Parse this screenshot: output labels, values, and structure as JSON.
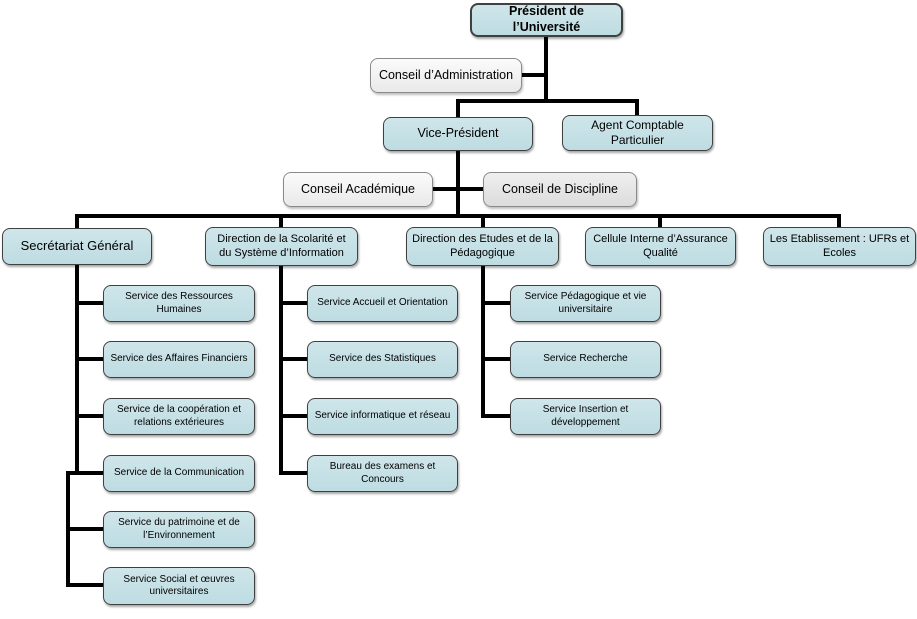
{
  "org": {
    "president": "Président de l’Université",
    "conseil_administration": "Conseil d’Administration",
    "vice_president": "Vice-Président",
    "agent_comptable": "Agent Comptable Particulier",
    "conseil_academique": "Conseil Académique",
    "conseil_discipline": "Conseil de Discipline",
    "secretariat_general": "Secrétariat Général",
    "direction_scolarite": "Direction de la Scolarité et du Système d’Information",
    "direction_etudes": "Direction des Etudes et de la Pédagogique",
    "cellule_qualite": "Cellule Interne d’Assurance Qualité",
    "etablissements": "Les Etablissement : UFRs et Ecoles",
    "secretariat_services": [
      "Service des Ressources Humaines",
      "Service des Affaires Financiers",
      "Service de la coopération et relations extérieures",
      "Service de la Communication",
      "Service du patrimoine et de l’Environnement",
      "Service Social et œuvres universitaires"
    ],
    "scolarite_services": [
      "Service Accueil et Orientation",
      "Service des Statistiques",
      "Service informatique et réseau",
      "Bureau des examens et Concours"
    ],
    "etudes_services": [
      "Service Pédagogique et vie universitaire",
      "Service Recherche",
      "Service Insertion et développement"
    ]
  },
  "colors": {
    "department_fill": "#c2dfe4",
    "department_border": "#404040",
    "advisory_fill": "#f0f0f0",
    "advisory_alt_fill": "#e2e2e2",
    "advisory_border": "#8a8a8a",
    "connector": "#000000",
    "canvas_background": "#ffffff"
  }
}
